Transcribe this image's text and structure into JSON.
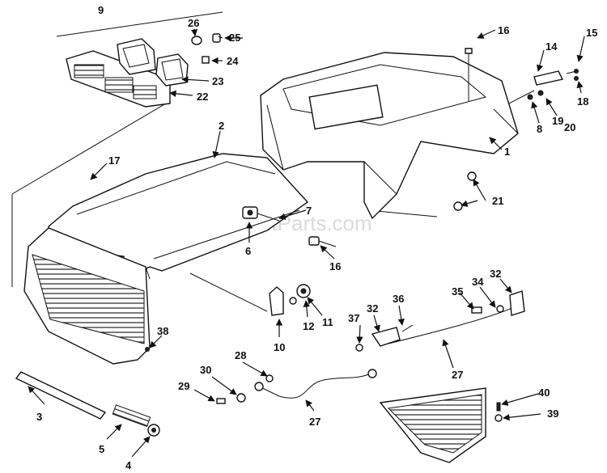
{
  "watermark": "eReplacementParts.com",
  "callouts": {
    "c1": "1",
    "c2": "2",
    "c3": "3",
    "c4": "4",
    "c5": "5",
    "c6": "6",
    "c7": "7",
    "c8": "8",
    "c9": "9",
    "c10": "10",
    "c11": "11",
    "c12": "12",
    "c14": "14",
    "c15": "15",
    "c16a": "16",
    "c16b": "16",
    "c17": "17",
    "c18": "18",
    "c19": "19",
    "c20": "20",
    "c21": "21",
    "c22": "22",
    "c23": "23",
    "c24": "24",
    "c25": "25",
    "c26": "26",
    "c27a": "27",
    "c27b": "27",
    "c28": "28",
    "c29": "29",
    "c30": "30",
    "c32a": "32",
    "c32b": "32",
    "c34": "34",
    "c35": "35",
    "c36": "36",
    "c37": "37",
    "c38": "38",
    "c39": "39",
    "c40": "40"
  }
}
